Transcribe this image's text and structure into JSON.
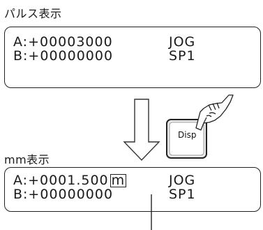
{
  "pulse_display": {
    "heading": "パルス表示",
    "line_a": "A:+00003000",
    "line_b": "B:+00000000",
    "mode_a": "JOG",
    "mode_b": "SP1"
  },
  "disp_key": {
    "label": "Disp"
  },
  "mm_display": {
    "heading": "mm表示",
    "line_a": "A:+0001.500",
    "unit": "m",
    "line_b": "B:+00000000",
    "mode_a": "JOG",
    "mode_b": "SP1"
  }
}
